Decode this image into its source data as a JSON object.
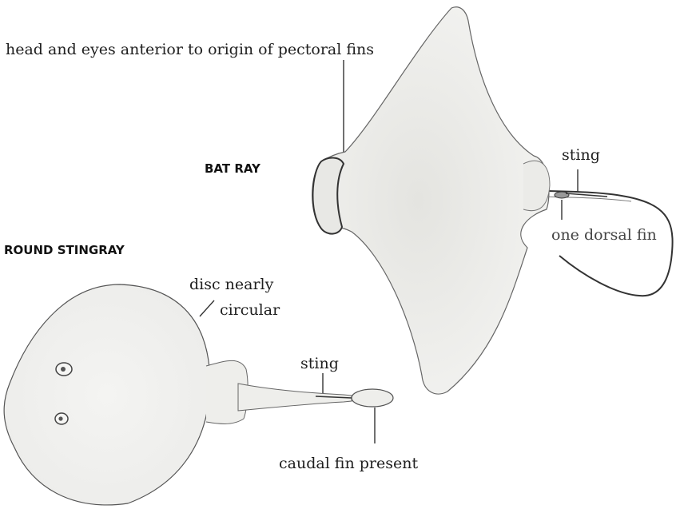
{
  "bat_ray": {
    "title": "BAT RAY",
    "head_label": "head and eyes anterior to origin of pectoral fins",
    "sting_label": "sting",
    "dorsal_label": "one dorsal fin"
  },
  "round_stingray": {
    "title": "ROUND STINGRAY",
    "disc_label_1": "disc nearly",
    "disc_label_2": "circular",
    "sting_label": "sting",
    "caudal_label": "caudal fin present"
  },
  "colors": {
    "body_fill": "#f0f0ee",
    "body_shade": "#e2e2de",
    "outline": "#555555"
  }
}
